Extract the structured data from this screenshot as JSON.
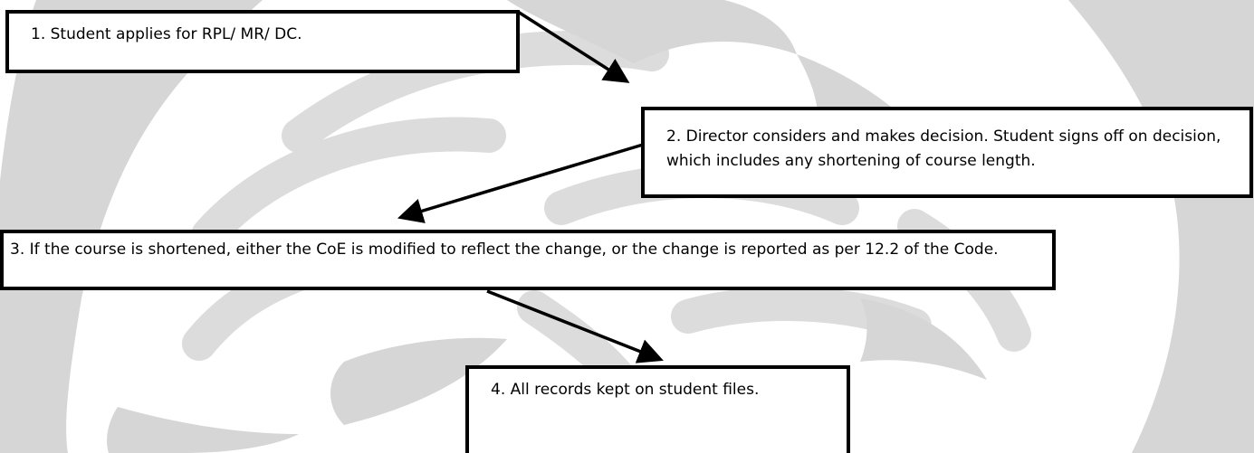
{
  "steps": [
    {
      "text": "1.  Student applies for RPL/ MR/ DC."
    },
    {
      "text": "2.  Director considers and makes decision.  Student signs off on decision, which includes any shortening of course length."
    },
    {
      "text": "3.    If the course is shortened, either the CoE is modified to reflect the change, or the change is reported as per 12.2 of the Code."
    },
    {
      "text": "4. All records kept on student files."
    }
  ],
  "colors": {
    "background": "#ffffff",
    "box_border": "#000000",
    "arrow": "#000000",
    "watermark": "#c9c9c9"
  }
}
